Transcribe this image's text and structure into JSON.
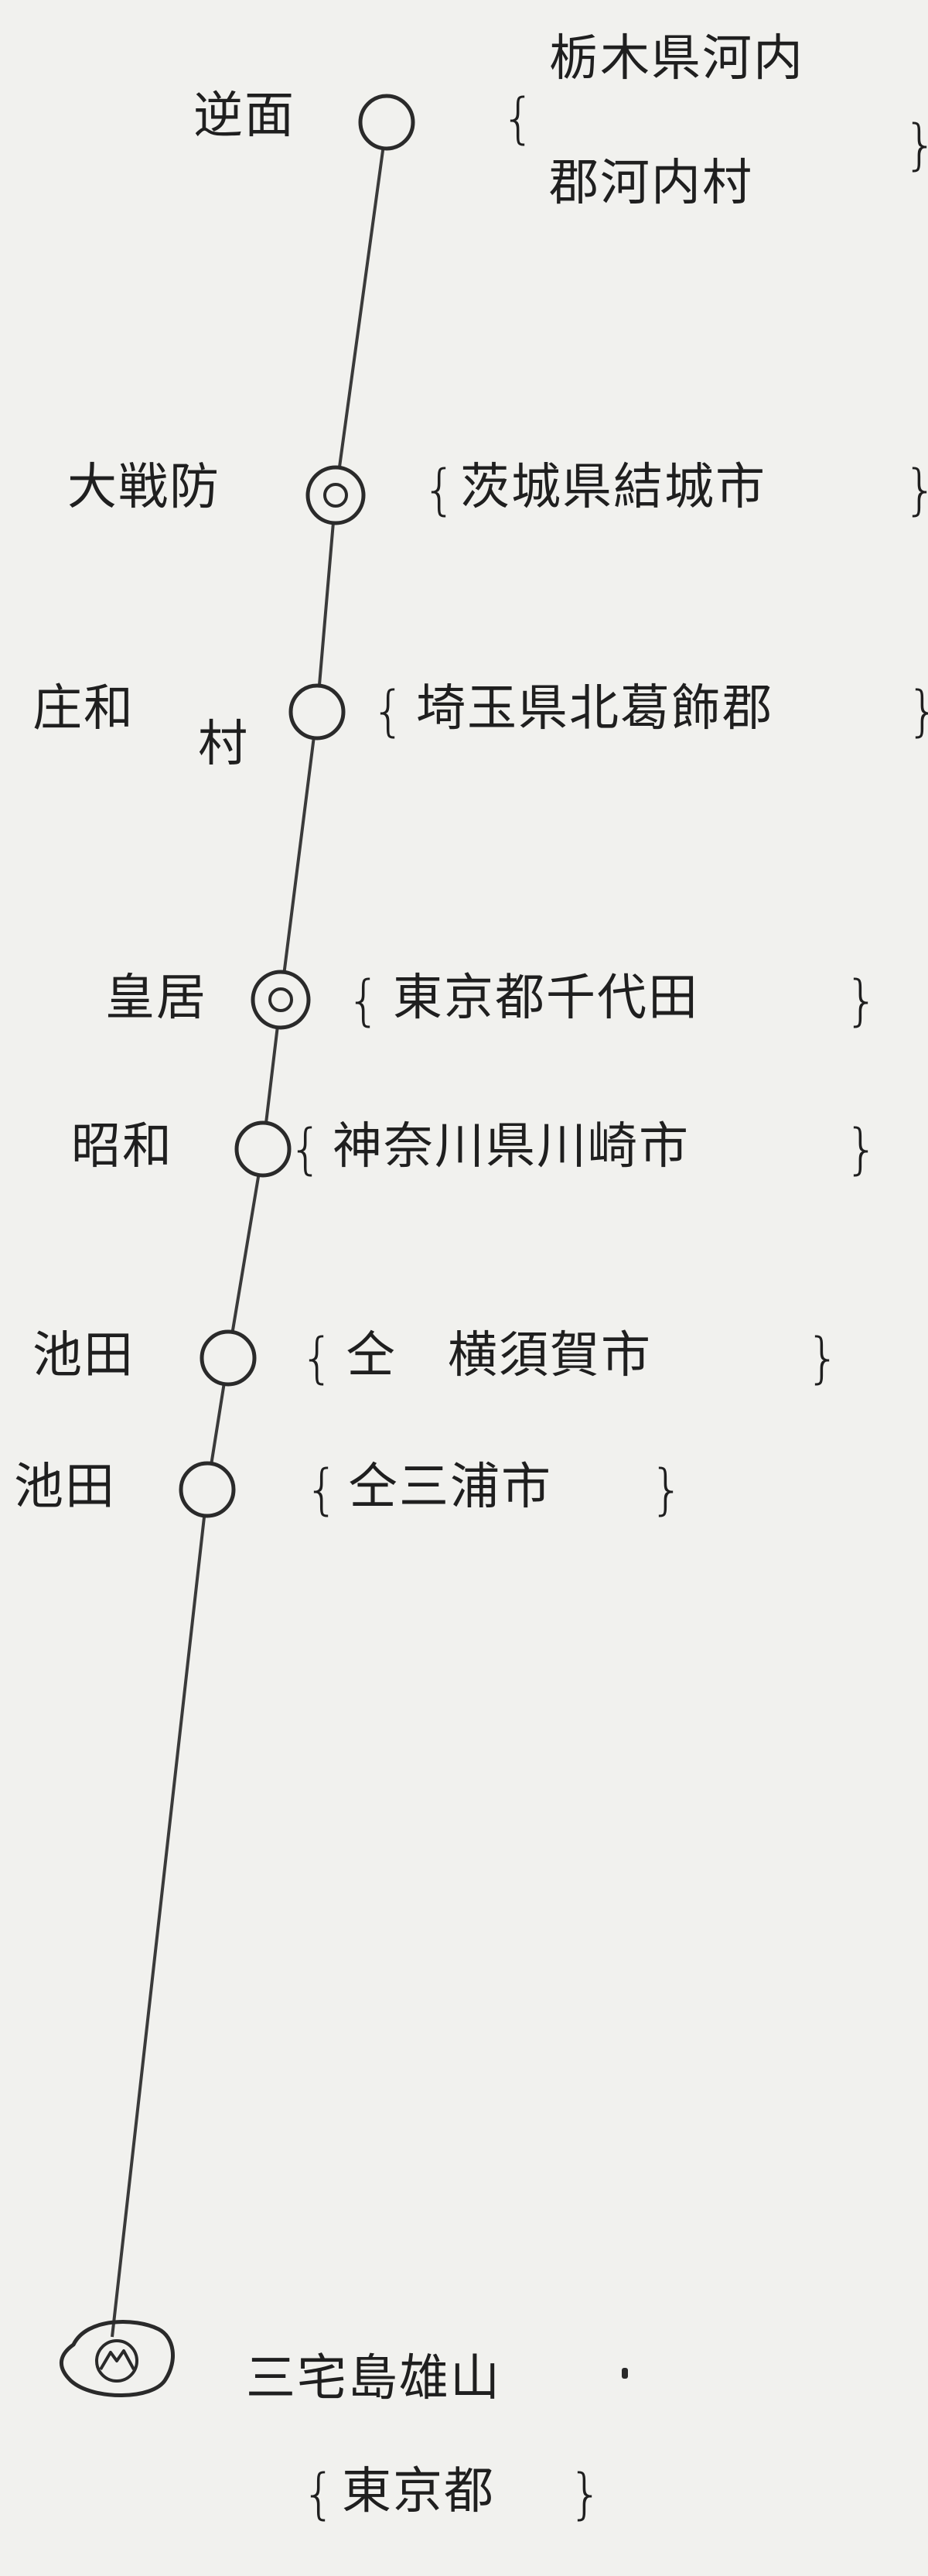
{
  "route_points": [
    {
      "name": "逆面",
      "place_lines": [
        "栃木県河内",
        "郡河内村"
      ],
      "open_brace": "{",
      "close_brace": "}",
      "marker": "circle"
    },
    {
      "name": "大戦防",
      "place_lines": [
        "茨城県結城市"
      ],
      "open_brace": "{",
      "close_brace": "}",
      "marker": "double-circle"
    },
    {
      "name_parts": [
        "庄和",
        "村"
      ],
      "place_lines": [
        "埼玉県北葛飾郡"
      ],
      "open_brace": "{",
      "close_brace": "}",
      "marker": "circle"
    },
    {
      "name": "皇居",
      "place_lines": [
        "東京都千代田"
      ],
      "open_brace": "{",
      "close_brace": "}",
      "marker": "double-circle"
    },
    {
      "name": "昭和",
      "place_lines": [
        "神奈川県川崎市"
      ],
      "open_brace": "{",
      "close_brace": "}",
      "marker": "circle"
    },
    {
      "name": "池田",
      "place_lines": [
        "仝　横須賀市"
      ],
      "open_brace": "{",
      "close_brace": "}",
      "marker": "circle"
    },
    {
      "name": "池田",
      "place_lines": [
        "仝三浦市"
      ],
      "open_brace": "{",
      "close_brace": "}",
      "marker": "circle"
    }
  ],
  "terminus": {
    "name": "三宅島雄山",
    "place": "東京都",
    "open_brace": "{",
    "close_brace": "}",
    "marker": "mountain-symbol"
  }
}
